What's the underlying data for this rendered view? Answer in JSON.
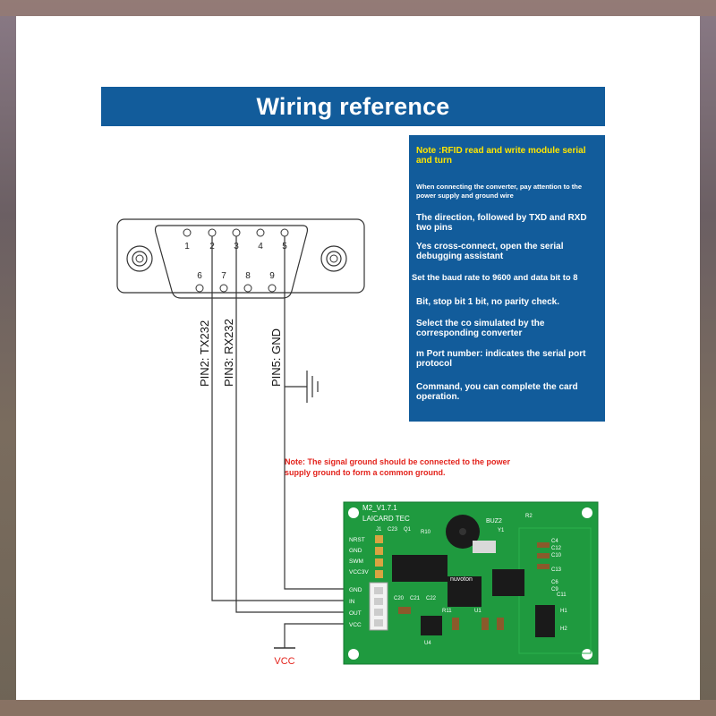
{
  "title": "Wiring reference",
  "notes": {
    "heading": "Note :RFID read and write module serial and turn",
    "line1": "When connecting the converter, pay attention to the power supply and ground wire",
    "line2": "The direction, followed by TXD and RXD two pins",
    "line3": "Yes cross-connect, open the serial debugging assistant",
    "line4": "Set the baud rate to 9600 and data bit to 8",
    "line5": "Bit, stop bit 1 bit, no parity check.",
    "line6": "Select the co simulated by the corresponding converter",
    "line7": "m Port number: indicates the serial port protocol",
    "line8": "Command, you can complete the card operation."
  },
  "ground_note": "Note: The signal ground should be connected to the power supply ground to form a common ground.",
  "connector": {
    "top_pins": [
      "1",
      "2",
      "3",
      "4",
      "5"
    ],
    "bottom_pins": [
      "6",
      "7",
      "8",
      "9"
    ]
  },
  "wires": {
    "pin2": "PIN2: TX232",
    "pin3": "PIN3: RX232",
    "pin5": "PIN5: GND",
    "vcc": "VCC"
  },
  "pcb": {
    "version": "M2_V1.7.1",
    "brand": "LAICARD TEC",
    "left_pins": [
      "NRST",
      "GND",
      "SWM",
      "VCC3V"
    ],
    "header_pins": [
      "GND",
      "IN",
      "OUT",
      "VCC"
    ],
    "buzzer": "BUZ2",
    "chip": "nuvoton",
    "labels": [
      "J1",
      "C23",
      "Q1",
      "R10",
      "C20",
      "C21",
      "C22",
      "R11",
      "U1",
      "U4",
      "C4",
      "C12",
      "C10",
      "C11",
      "C13",
      "C6",
      "C9",
      "H1",
      "H2",
      "R2",
      "Y1"
    ]
  },
  "colors": {
    "banner": "#125c9b",
    "note_heading": "#ffe600",
    "ground_note": "#e3231c",
    "pcb": "#1f9a3f"
  }
}
